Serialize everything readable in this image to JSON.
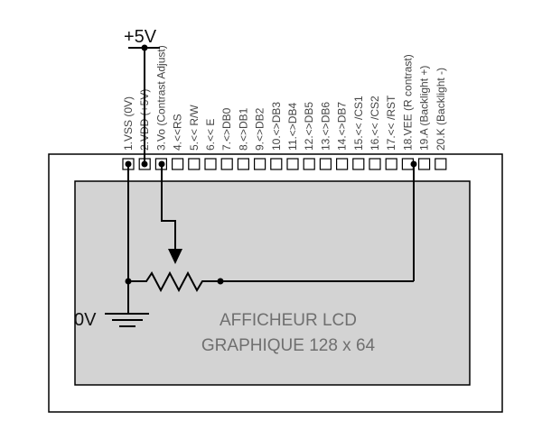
{
  "supply": {
    "vcc": "+5V",
    "gnd": "0V"
  },
  "pins": [
    "1.VSS (0V)",
    "2.VDD (+5V)",
    "3.Vo (Contrast Adjust)",
    "4.<<RS",
    "5.<< R/W",
    "6.<< E",
    "7.<>DB0",
    "8.<>DB1",
    "9.<>DB2",
    "10.<>DB3",
    "11.<>DB4",
    "12.<>DB5",
    "13.<>DB6",
    "14.<>DB7",
    "15.<< /CS1",
    "16.<< /CS2",
    "17.<< /RST",
    "18.VEE (R contrast)",
    "19.A (Backlight +)",
    "20.K (Backlight -)"
  ],
  "connected_pins": [
    1,
    2,
    3,
    18
  ],
  "display": {
    "line1": "AFFICHEUR LCD",
    "line2": "GRAPHIQUE 128 x 64"
  },
  "colors": {
    "panel": "#d3d3d3",
    "wire": "#000000",
    "label": "#444444"
  }
}
